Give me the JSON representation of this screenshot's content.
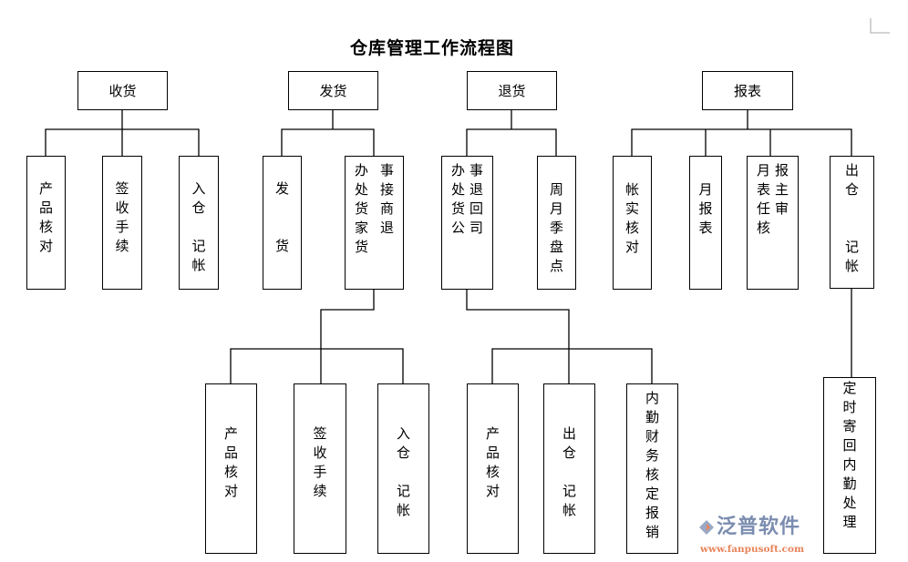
{
  "title": "仓库管理工作流程图",
  "top_nodes": {
    "receive": "收货",
    "ship": "发货",
    "return": "退货",
    "report": "报表"
  },
  "level2": {
    "receive_check": [
      [
        "产",
        "品",
        "核",
        "对"
      ]
    ],
    "receive_sign": [
      [
        "签",
        "收",
        "手",
        "续"
      ]
    ],
    "receive_stock": [
      [
        "入",
        "仓",
        " ",
        "记",
        "帐"
      ]
    ],
    "ship_ship": [
      [
        "发",
        " ",
        " ",
        "货"
      ]
    ],
    "ship_return": [
      [
        "办",
        "处",
        "货",
        "家",
        "货"
      ],
      [
        "事",
        "接",
        "商",
        "退"
      ]
    ],
    "return_office": [
      [
        "办",
        "处",
        "货",
        "公"
      ],
      [
        "事",
        "退",
        "回",
        "司"
      ]
    ],
    "return_inventory": [
      [
        "周",
        "月",
        "季",
        "盘",
        "点"
      ]
    ],
    "report_reconcile": [
      [
        " ",
        "帐",
        "实",
        "核",
        "对"
      ]
    ],
    "report_monthly": [
      [
        " ",
        "月",
        "报",
        "表"
      ]
    ],
    "report_review": [
      [
        "月",
        "表",
        "任",
        "核"
      ],
      [
        "报",
        "主",
        "审"
      ]
    ],
    "report_outbound": [
      [
        "出",
        "仓",
        " ",
        " ",
        "记",
        "帐"
      ]
    ]
  },
  "level3": {
    "ship_check": [
      [
        "产",
        "品",
        "核",
        "对"
      ]
    ],
    "ship_sign": [
      [
        "签",
        "收",
        "手",
        "续"
      ]
    ],
    "ship_stock": [
      [
        "入",
        "仓",
        " ",
        "记",
        "帐"
      ]
    ],
    "return_check": [
      [
        "产",
        "品",
        "核",
        "对"
      ]
    ],
    "return_outbound": [
      [
        "出",
        "仓",
        " ",
        "记",
        "帐"
      ]
    ],
    "return_finance": [
      [
        "内",
        "勤",
        "财",
        "务",
        "核",
        "定",
        "报",
        "销"
      ]
    ],
    "outbound_mail": [
      [
        "定",
        "时",
        "寄",
        "回",
        "内",
        "勤",
        "处",
        "理"
      ]
    ]
  },
  "logo": {
    "name": "泛普软件",
    "url": "www.fanpusoft.com",
    "colors": {
      "text": "#7b8db0",
      "url": "#e8845a"
    }
  }
}
